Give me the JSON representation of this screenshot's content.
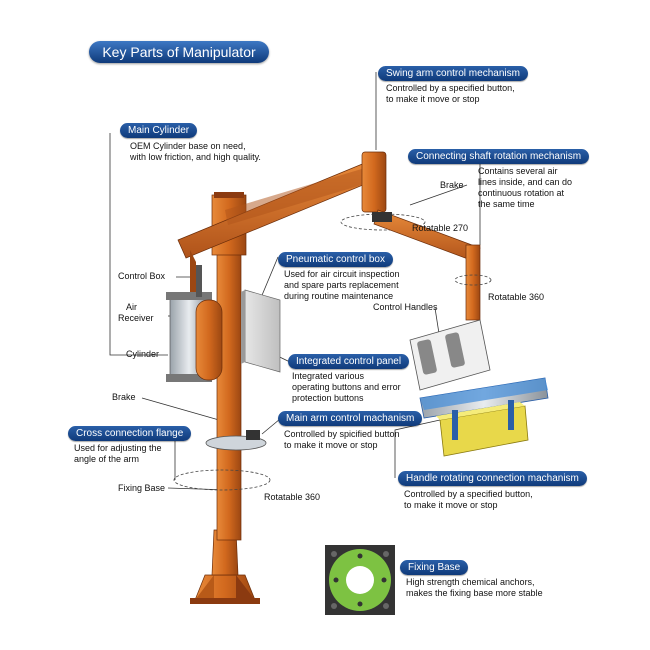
{
  "title": "Key Parts of Manipulator Arm",
  "callouts": {
    "main_cylinder": {
      "heading": "Main Cylinder",
      "text": [
        "OEM Cylinder base on need,",
        "with low friction, and high quality."
      ]
    },
    "swing_arm": {
      "heading": "Swing arm control mechanism",
      "text": [
        "Controlled by a specified button,",
        "to make it move or stop"
      ]
    },
    "connecting_shaft": {
      "heading": "Connecting shaft rotation mechanism",
      "text": [
        "Contains several air",
        "lines inside, and can do",
        "continuous rotation at",
        "the same time"
      ]
    },
    "pneumatic_box": {
      "heading": "Pneumatic control box",
      "text": [
        "Used for air circuit inspection",
        "and spare parts replacement",
        "during routine maintenance"
      ]
    },
    "integrated_panel": {
      "heading": "Integrated control panel",
      "text": [
        "Integrated various",
        "operating buttons and error",
        "protection buttons"
      ]
    },
    "main_arm": {
      "heading": "Main arm control machanism",
      "text": [
        "Controlled by spicified button",
        "to make it move or stop"
      ]
    },
    "cross_flange": {
      "heading": "Cross connection flange",
      "text": [
        "Used for adjusting the",
        "angle of the arm"
      ]
    },
    "handle_rotating": {
      "heading": "Handle rotating connection machanism",
      "text": [
        "Controlled by a specified button,",
        "to make it move or stop"
      ]
    },
    "fixing_base": {
      "heading": "Fixing Base",
      "text": [
        "High strength chemical anchors,",
        "makes the fixing base more stable"
      ]
    }
  },
  "labels": {
    "control_box": "Control Box",
    "air_receiver_1": "Air",
    "air_receiver_2": "Receiver",
    "cylinder": "Cylinder",
    "brake_left": "Brake",
    "fixing_base_label": "Fixing Base",
    "rotatable_360_base": "Rotatable 360",
    "brake_top": "Brake",
    "rotatable_270": "Rotatable 270",
    "rotatable_360_arm": "Rotatable 360",
    "control_handles": "Control Handles"
  },
  "colors": {
    "structure_orange": "#d2691e",
    "structure_dark": "#8b3a10",
    "pill_blue": "#0f3a7a",
    "base_plate_green": "#7dc242",
    "gripper_blue": "#4a90d9",
    "load_yellow": "#e8d84a",
    "leader_line": "#333333"
  }
}
